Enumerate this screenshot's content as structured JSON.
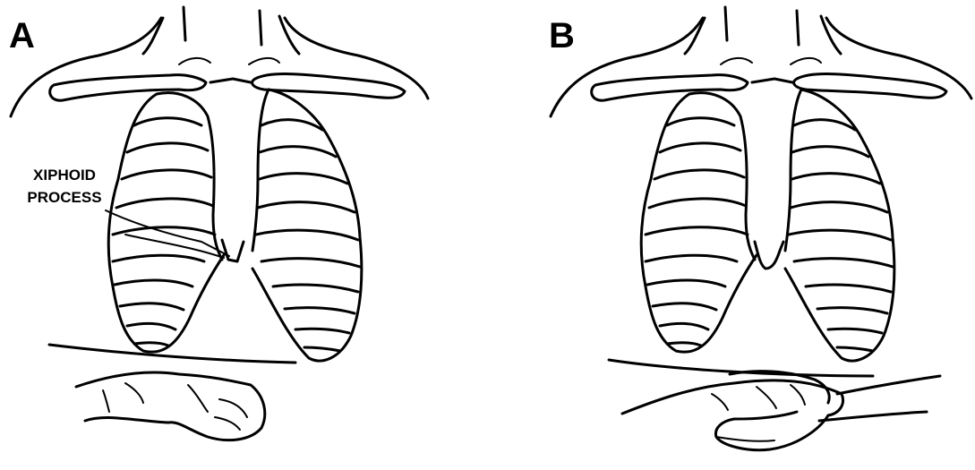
{
  "panel_a": {
    "letter": "A",
    "callout_line1": "XIPHOID",
    "callout_line2": "PROCESS"
  },
  "panel_b": {
    "letter": "B"
  },
  "colors": {
    "ink": "#000000",
    "paper": "#ffffff"
  }
}
